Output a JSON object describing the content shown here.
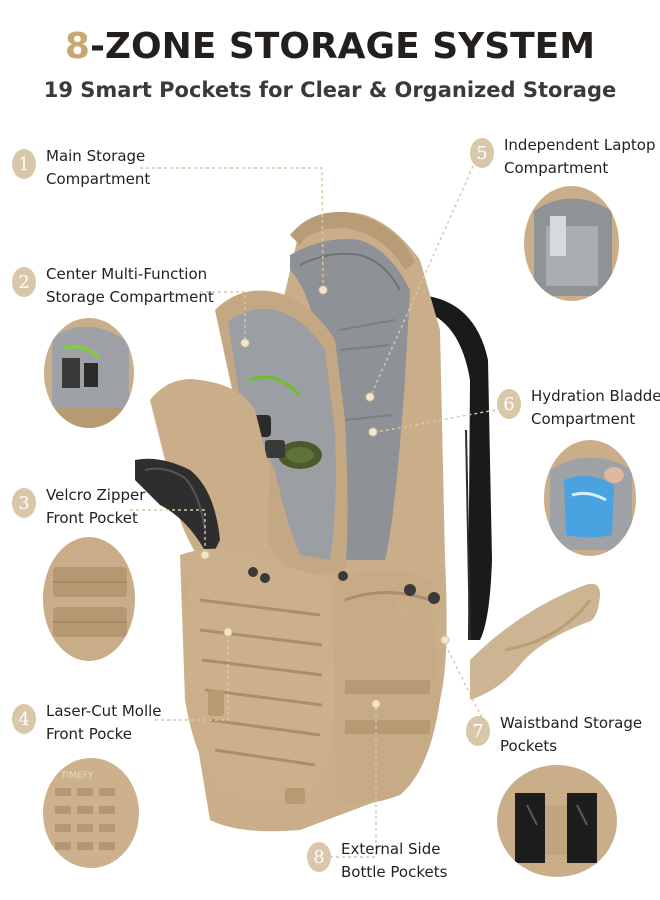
{
  "header": {
    "title_accent": "8",
    "title_rest": "-ZONE STORAGE SYSTEM",
    "subtitle": "19 Smart Pockets for Clear & Organized Storage"
  },
  "brand": {
    "patch_text": "TIMEFY"
  },
  "zones": [
    {
      "number": "1",
      "line1": "Main Storage",
      "line2": "Compartment"
    },
    {
      "number": "2",
      "line1": "Center Multi-Function",
      "line2": "Storage Compartment"
    },
    {
      "number": "3",
      "line1": "Velcro Zipper",
      "line2": "Front Pocket"
    },
    {
      "number": "4",
      "line1": "Laser-Cut Molle",
      "line2": "Front Pocke"
    },
    {
      "number": "5",
      "line1": "Independent Laptop",
      "line2": "Compartment"
    },
    {
      "number": "6",
      "line1": "Hydration Bladder",
      "line2": "Compartment"
    },
    {
      "number": "7",
      "line1": "Waistband Storage",
      "line2": "Pockets"
    },
    {
      "number": "8",
      "line1": "External Side",
      "line2": "Bottle Pockets"
    }
  ],
  "colors": {
    "accent": "#c9a772",
    "badge": "#d9c7a9",
    "fabric": "#c8ae8a",
    "fabric_dark": "#a88e6a",
    "lining": "#8f9396",
    "strap_black": "#1a1a1a"
  },
  "icons": [
    "zone-number-badge",
    "leader-line"
  ]
}
